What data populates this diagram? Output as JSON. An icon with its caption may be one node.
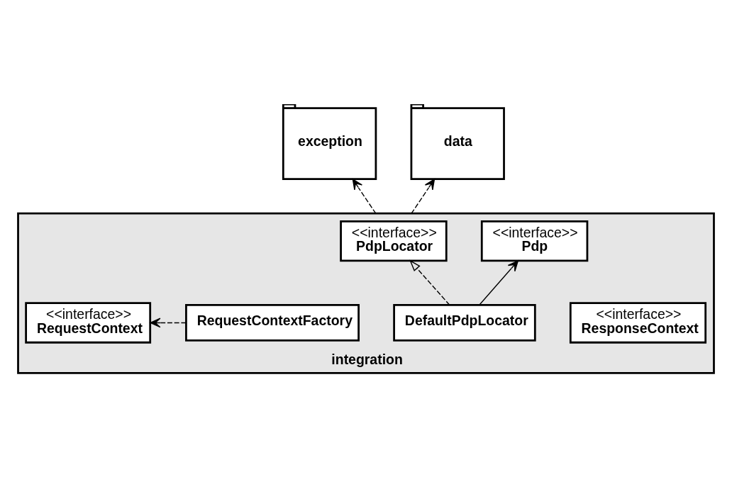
{
  "diagram": {
    "nodes": [
      {
        "text": [
          "exception"
        ]
      },
      {
        "text": [
          "data"
        ]
      },
      {
        "text": [
          "integration"
        ]
      },
      {
        "text": [
          "<<interface>>",
          "PdpLocator"
        ],
        "in": 2
      },
      {
        "text": [
          "<<interface>>",
          "Pdp"
        ],
        "in": 2
      },
      {
        "text": [
          "<<interface>>",
          "ResponseContext"
        ],
        "in": 2
      },
      {
        "text": [
          "DefaultPdpLocator"
        ],
        "in": 2
      },
      {
        "text": [
          "RequestContextFactory"
        ],
        "in": 2
      },
      {
        "text": [
          "<<interface>>",
          "RequestContext"
        ],
        "in": 2
      }
    ],
    "edges": [
      {
        "from": 2,
        "to": 0,
        "arrow": "to",
        "style": "dashed"
      },
      {
        "from": 2,
        "to": 1,
        "arrow": "to",
        "style": "dashed"
      },
      {
        "from": 6,
        "to": 3,
        "arrow": "to",
        "style": "dashed"
      },
      {
        "from": 6,
        "to": 4,
        "arrow": "to"
      },
      {
        "from": 7,
        "to": 8,
        "arrow": "to",
        "style": "dashed"
      }
    ]
  }
}
